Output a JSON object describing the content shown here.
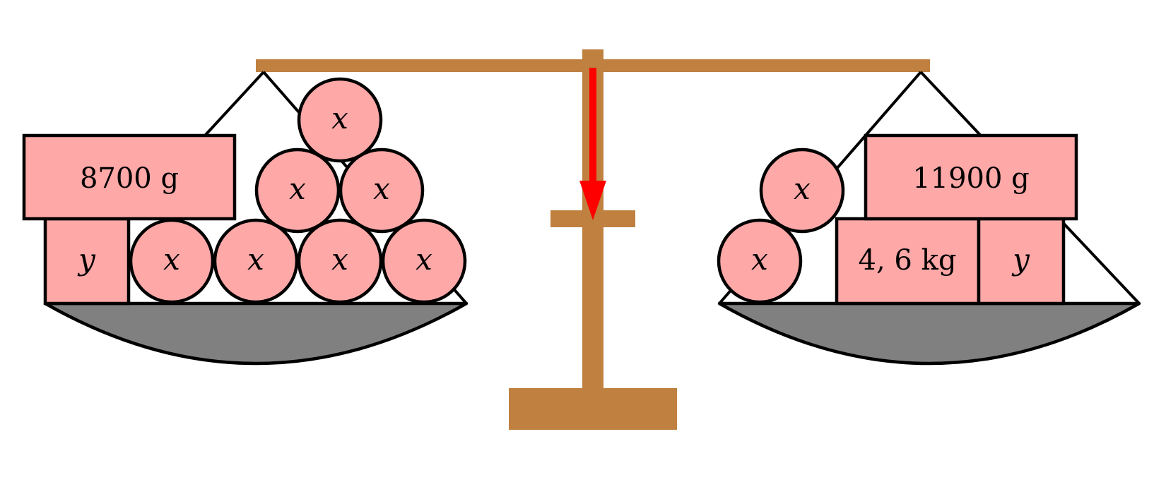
{
  "colors": {
    "wood": "#BF8040",
    "weight_fill": "#FFA8A8",
    "pan_fill": "#808080",
    "stroke": "#000000",
    "needle": "#FF0000",
    "background": "#FFFFFF"
  },
  "left_pan": {
    "boxes": {
      "mass_8700": "8700 g",
      "y": "y"
    },
    "balls": {
      "b1": "x",
      "b2": "x",
      "b3": "x",
      "b4": "x",
      "b5": "x",
      "b6": "x",
      "b7": "x"
    }
  },
  "right_pan": {
    "boxes": {
      "mass_11900": "11900 g",
      "mass_46": "4, 6 kg",
      "y": "y"
    },
    "balls": {
      "b1": "x",
      "b2": "x"
    }
  },
  "needle_direction": "down"
}
